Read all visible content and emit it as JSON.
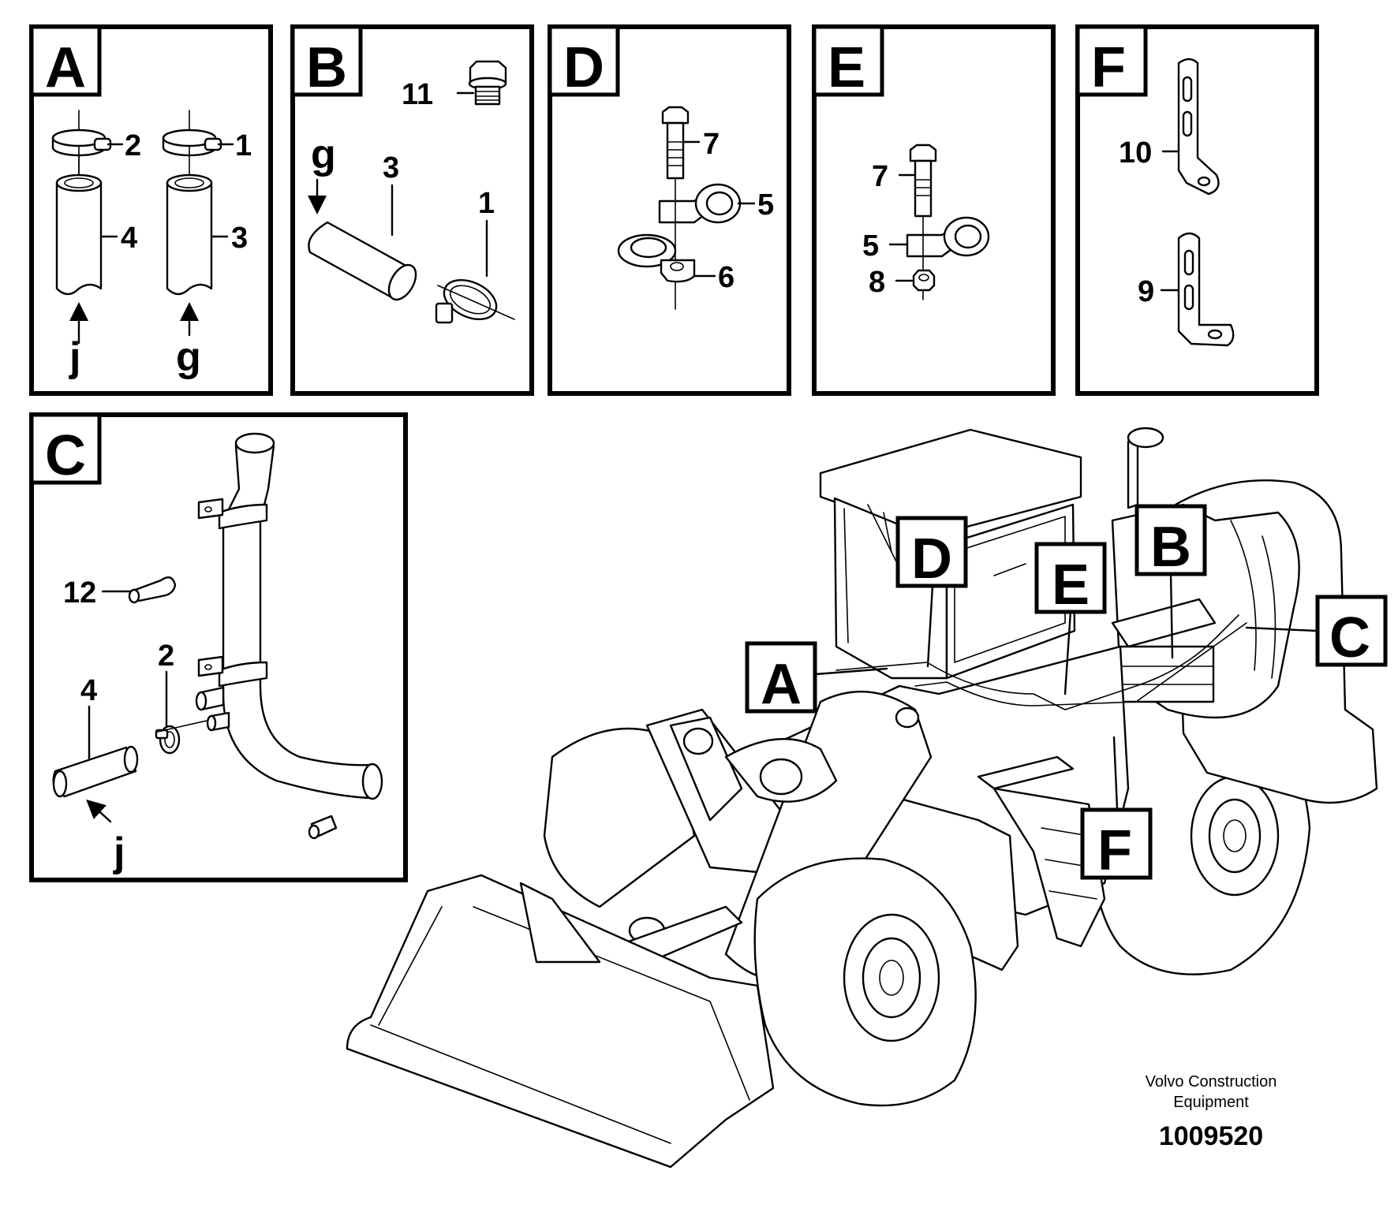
{
  "panels": {
    "A": {
      "letter": "A",
      "callouts": {
        "c1": "2",
        "c2": "1",
        "c3": "4",
        "c4": "3"
      },
      "views": {
        "v1": "j",
        "v2": "g"
      }
    },
    "B": {
      "letter": "B",
      "callouts": {
        "c1": "11",
        "c2": "3",
        "c3": "1"
      },
      "views": {
        "v1": "g"
      }
    },
    "D": {
      "letter": "D",
      "callouts": {
        "c1": "7",
        "c2": "5",
        "c3": "6"
      }
    },
    "E": {
      "letter": "E",
      "callouts": {
        "c1": "7",
        "c2": "5",
        "c3": "8"
      }
    },
    "F": {
      "letter": "F",
      "callouts": {
        "c1": "10",
        "c2": "9"
      }
    },
    "C": {
      "letter": "C",
      "callouts": {
        "c1": "12",
        "c2": "2",
        "c3": "4"
      },
      "views": {
        "v1": "j"
      }
    }
  },
  "overview_tags": {
    "A": "A",
    "B": "B",
    "C": "C",
    "D": "D",
    "E": "E",
    "F": "F"
  },
  "footer": {
    "brand_line1": "Volvo Construction",
    "brand_line2": "Equipment",
    "document_number": "1009520"
  },
  "icons": [
    "hose-clamp-icon",
    "hose-icon",
    "plug-icon",
    "bolt-icon",
    "cable-clip-icon",
    "nut-icon",
    "bracket-icon",
    "pipe-icon",
    "wheel-loader-icon"
  ]
}
